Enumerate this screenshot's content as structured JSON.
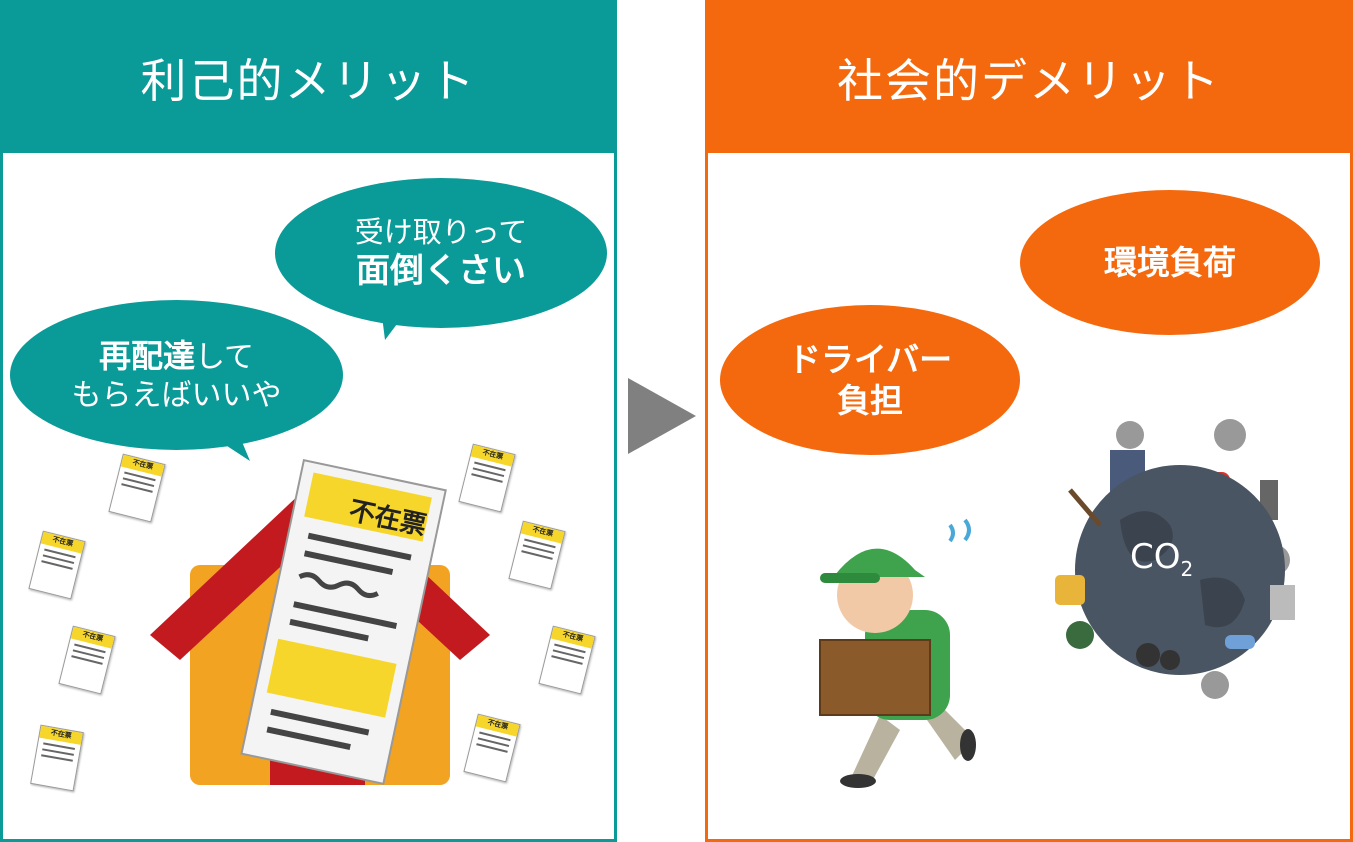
{
  "left_panel": {
    "title": "利己的メリット",
    "bubble_top": {
      "line1": "受け取りって",
      "line2": "面倒くさい"
    },
    "bubble_left": {
      "line1_bold": "再配達",
      "line1_rest": "して",
      "line2": "もらえばいいや"
    },
    "slip_label": "不在票"
  },
  "right_panel": {
    "title": "社会的デメリット",
    "bubble_env": "環境負荷",
    "bubble_driver": {
      "line1": "ドライバー",
      "line2": "負担"
    },
    "co2_main": "CO",
    "co2_sub": "2"
  },
  "colors": {
    "teal": "#0a9a98",
    "orange": "#f5690e",
    "arrow": "#808080"
  },
  "icons": [
    "house-with-slip-illustration",
    "delivery-driver-illustration",
    "polluted-earth-illustration"
  ]
}
